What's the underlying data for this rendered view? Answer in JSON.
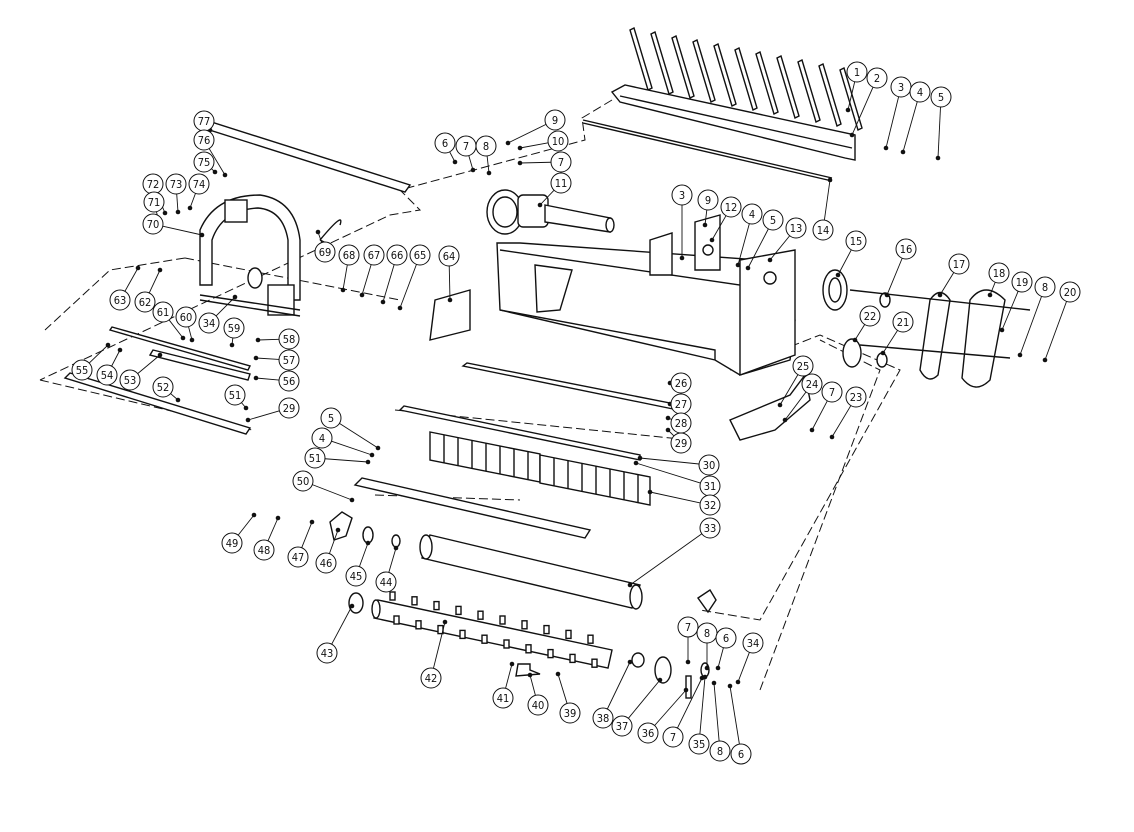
{
  "diagram": {
    "type": "exploded parts diagram",
    "callouts": [
      "1",
      "2",
      "3",
      "4",
      "5",
      "6",
      "7",
      "8",
      "9",
      "10",
      "7",
      "11",
      "3",
      "9",
      "12",
      "4",
      "5",
      "13",
      "14",
      "15",
      "16",
      "17",
      "18",
      "19",
      "8",
      "20",
      "21",
      "22",
      "25",
      "24",
      "7",
      "23",
      "26",
      "27",
      "28",
      "29",
      "30",
      "31",
      "32",
      "33",
      "5",
      "4",
      "51",
      "50",
      "49",
      "48",
      "47",
      "46",
      "45",
      "44",
      "43",
      "42",
      "41",
      "40",
      "39",
      "38",
      "37",
      "36",
      "7",
      "35",
      "8",
      "6",
      "7",
      "8",
      "6",
      "34",
      "77",
      "76",
      "75",
      "72",
      "73",
      "74",
      "71",
      "70",
      "69",
      "68",
      "67",
      "66",
      "65",
      "64",
      "63",
      "62",
      "61",
      "60",
      "34",
      "59",
      "58",
      "57",
      "56",
      "55",
      "54",
      "53",
      "52",
      "51",
      "29"
    ]
  }
}
